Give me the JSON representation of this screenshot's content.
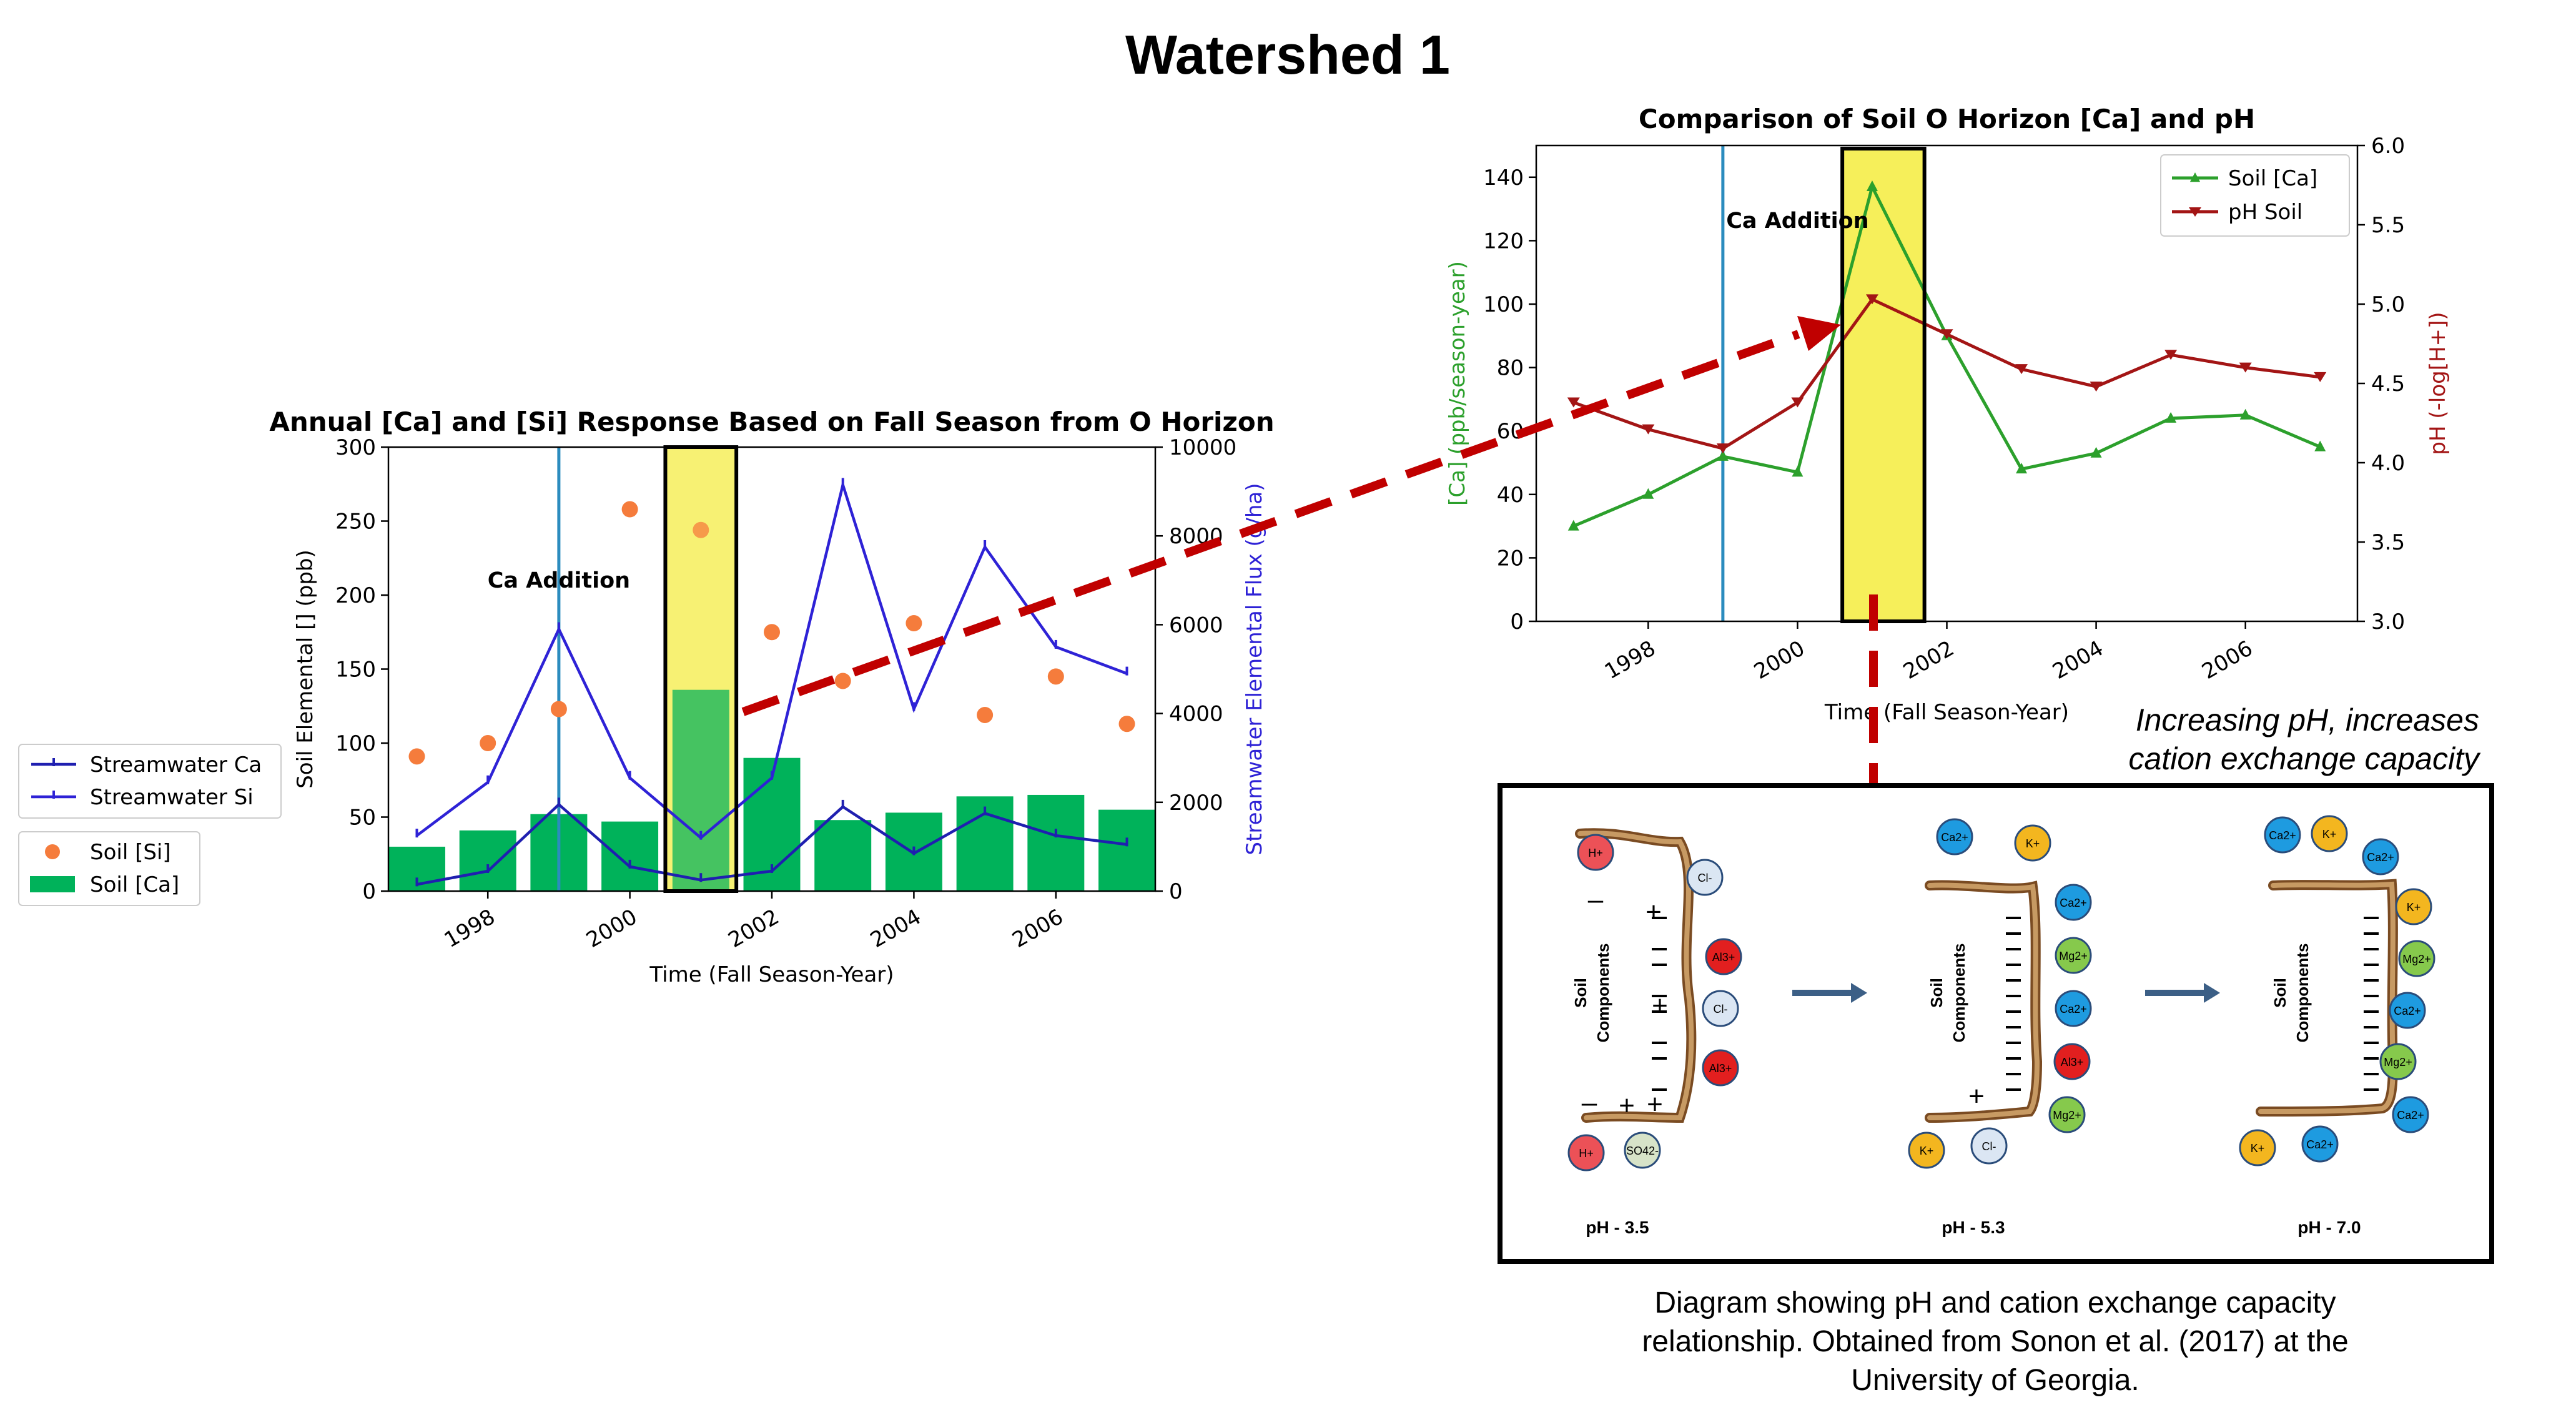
{
  "page": {
    "title": "Watershed 1"
  },
  "chart_data": [
    {
      "type": "bar",
      "title": "Annual [Ca] and [Si] Response Based on Fall Season from O Horizon",
      "xlabel": "Time (Fall Season-Year)",
      "ylabel": "Soil Elemental [] (ppb)",
      "y2label": "Streamwater Elemental Flux (g/ha)",
      "xlim": [
        1996.6,
        2007.4
      ],
      "ylim": [
        0,
        300
      ],
      "y2lim": [
        0,
        10000
      ],
      "xticks": [
        1998,
        2000,
        2002,
        2004,
        2006
      ],
      "yticks": [
        0,
        50,
        100,
        150,
        200,
        250,
        300
      ],
      "y2ticks": [
        0,
        2000,
        4000,
        6000,
        8000,
        10000
      ],
      "x": [
        1997,
        1998,
        1999,
        2000,
        2001,
        2002,
        2003,
        2004,
        2005,
        2006,
        2007
      ],
      "series": [
        {
          "name": "Soil [Ca]",
          "kind": "bar",
          "axis": "left",
          "color": "#00b25a",
          "values": [
            30,
            41,
            52,
            47,
            136,
            90,
            48,
            53,
            64,
            65,
            55
          ]
        },
        {
          "name": "Soil [Si]",
          "kind": "scatter",
          "axis": "left",
          "color": "#f57c3c",
          "points": [
            [
              1997,
              91
            ],
            [
              1998,
              100
            ],
            [
              1999,
              123
            ],
            [
              2000,
              258
            ],
            [
              2001,
              244
            ],
            [
              2002,
              175
            ],
            [
              2003,
              142
            ],
            [
              2004,
              181
            ],
            [
              2005,
              119
            ],
            [
              2006,
              145
            ],
            [
              2007,
              113
            ]
          ]
        },
        {
          "name": "Streamwater Ca",
          "kind": "line",
          "axis": "right",
          "color": "#1f1fb0",
          "values": [
            150,
            450,
            1950,
            550,
            250,
            450,
            1900,
            850,
            1750,
            1250,
            1050
          ]
        },
        {
          "name": "Streamwater Si",
          "kind": "line",
          "axis": "right",
          "color": "#2e22d6",
          "values": [
            1250,
            2450,
            5900,
            2550,
            1200,
            2550,
            9150,
            4100,
            7750,
            5500,
            4900
          ]
        }
      ],
      "vline": {
        "x": 1999,
        "color": "#2b8cbe"
      },
      "annotation": {
        "text": "Ca Addition",
        "x": 1999,
        "y": 205
      },
      "highlight": {
        "x0": 2000.5,
        "x1": 2001.5,
        "fill": "#f6ef5a"
      },
      "legend_lines": [
        "Streamwater Ca",
        "Streamwater Si"
      ],
      "legend_soil": [
        "Soil [Si]",
        "Soil [Ca]"
      ]
    },
    {
      "type": "line",
      "title": "Comparison of Soil O Horizon [Ca] and pH",
      "xlabel": "Time (Fall Season-Year)",
      "ylabel": "[Ca] (ppb/season-year)",
      "y2label": "pH (-log[H+])",
      "xlim": [
        1996.5,
        2007.5
      ],
      "ylim": [
        0,
        150
      ],
      "y2lim": [
        3.0,
        6.0
      ],
      "xticks": [
        1998,
        2000,
        2002,
        2004,
        2006
      ],
      "yticks": [
        0,
        20,
        40,
        60,
        80,
        100,
        120,
        140
      ],
      "y2ticks": [
        3.0,
        3.5,
        4.0,
        4.5,
        5.0,
        5.5,
        6.0
      ],
      "x": [
        1997,
        1998,
        1999,
        2000,
        2001,
        2002,
        2003,
        2004,
        2005,
        2006,
        2007
      ],
      "series": [
        {
          "name": "Soil [Ca]",
          "axis": "left",
          "color": "#2ca02c",
          "values": [
            30,
            40,
            52,
            47,
            137,
            90,
            48,
            53,
            64,
            65,
            55
          ]
        },
        {
          "name": "pH Soil",
          "axis": "right",
          "color": "#a31515",
          "values": [
            4.38,
            4.21,
            4.09,
            4.38,
            5.03,
            4.81,
            4.59,
            4.48,
            4.68,
            4.6,
            4.54
          ]
        }
      ],
      "vline": {
        "x": 1999,
        "color": "#2b8cbe"
      },
      "annotation": {
        "text": "Ca Addition",
        "x": 2000,
        "y": 124
      },
      "highlight": {
        "x0": 2000.6,
        "x1": 2001.7,
        "fill": "#f6ef5a"
      }
    }
  ],
  "diagram": {
    "side_note": [
      "Increasing pH, increases",
      "cation exchange capacity"
    ],
    "soil_label": [
      "Soil",
      "Components"
    ],
    "panels": [
      {
        "ph_label": "pH - 3.5",
        "ions": [
          "H+",
          "Cl-",
          "Al3+",
          "Cl-",
          "Al3+",
          "H+",
          "SO42-"
        ]
      },
      {
        "ph_label": "pH - 5.3",
        "ions": [
          "Ca2+",
          "K+",
          "Ca2+",
          "Mg2+",
          "Ca2+",
          "Al3+",
          "Mg2+",
          "K+",
          "Cl-"
        ]
      },
      {
        "ph_label": "pH - 7.0",
        "ions": [
          "Ca2+",
          "K+",
          "Ca2+",
          "K+",
          "Mg2+",
          "Ca2+",
          "Mg2+",
          "Ca2+",
          "K+",
          "Ca2+"
        ]
      }
    ],
    "caption": [
      "Diagram showing pH and cation exchange capacity",
      "relationship.  Obtained from Sonon et al. (2017) at the",
      "University of Georgia."
    ]
  }
}
